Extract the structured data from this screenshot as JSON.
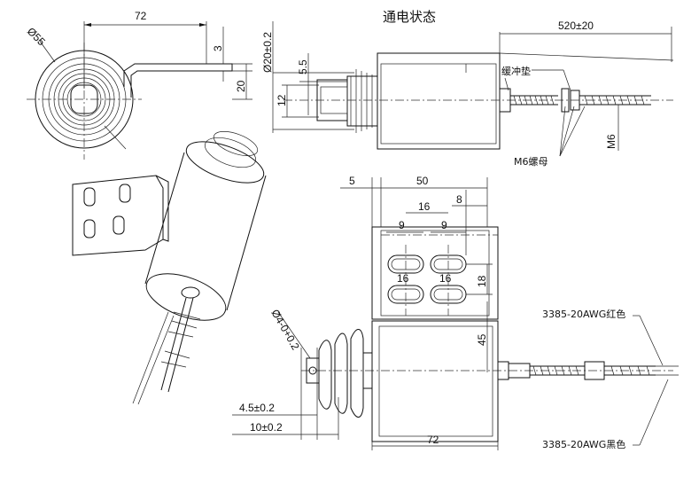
{
  "title": "通电状态",
  "dims": {
    "dia_body": "Ø55",
    "len_72_top": "72",
    "thick_3": "3",
    "h_20": "20",
    "dia_plunger": "Ø20±0.2",
    "d_5_5": "5.5",
    "d_12": "12",
    "lead_len": "520±20",
    "m6": "M6",
    "w_5": "5",
    "w_50": "50",
    "w_8": "8",
    "w_16_top": "16",
    "w_9_left": "9",
    "w_9_right": "9",
    "slot_16_left": "16",
    "slot_16_right": "16",
    "h_18": "18",
    "h_45": "45",
    "dia_4": "Ø4-0+0.2",
    "d_4_5": "4.5±0.2",
    "d_10": "10±0.2",
    "len_72_bottom": "72"
  },
  "labels": {
    "buffer_pad": "缓冲垫",
    "m6_nut": "M6螺母",
    "wire_red": "3385-20AWG红色",
    "wire_black": "3385-20AWG黑色"
  }
}
